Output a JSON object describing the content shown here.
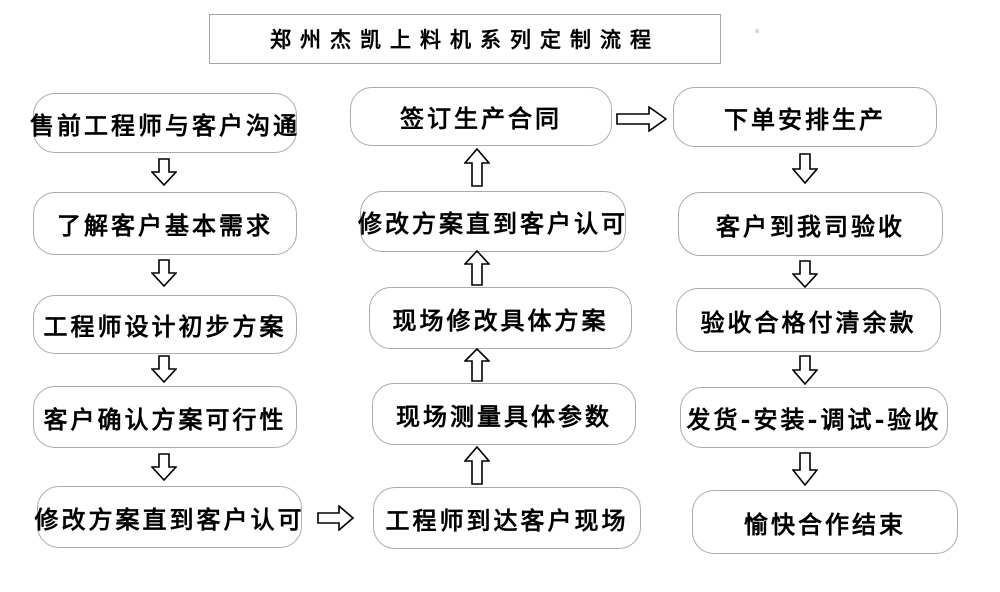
{
  "title": "郑州杰凯上料机系列定制流程",
  "colors": {
    "background": "#ffffff",
    "box_border": "#ababab",
    "title_border": "#a6a6a6",
    "text": "#000000",
    "arrow_outline": "#000000",
    "arrow_fill": "#ffffff"
  },
  "flow": {
    "left": [
      "售前工程师与客户沟通",
      "了解客户基本需求",
      "工程师设计初步方案",
      "客户确认方案可行性",
      "修改方案直到客户认可"
    ],
    "middle": [
      "签订生产合同",
      "修改方案直到客户认可",
      "现场修改具体方案",
      "现场测量具体参数",
      "工程师到达客户现场"
    ],
    "right": [
      "下单安排生产",
      "客户到我司验收",
      "验收合格付清余款",
      "发货-安装-调试-验收",
      "愉快合作结束"
    ]
  },
  "connections": {
    "left_column": "top-to-bottom via hollow down arrows",
    "left_to_middle": "bottom-left box to bottom-middle box via hollow right arrow",
    "middle_column": "bottom-to-top via hollow up arrows",
    "middle_to_right": "top-middle box to top-right box via hollow right arrow",
    "right_column": "top-to-bottom via hollow down arrows"
  },
  "icons": {
    "arrow-down-icon": "hollow outlined downward block arrow",
    "arrow-up-icon": "hollow outlined upward block arrow",
    "arrow-right-icon": "hollow outlined rightward block arrow"
  }
}
